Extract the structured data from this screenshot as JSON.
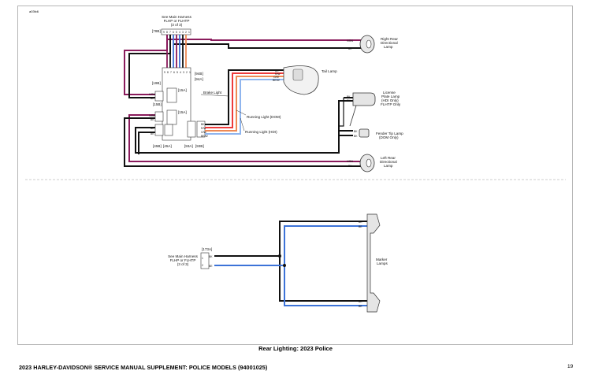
{
  "figure_id": "a03fc6",
  "caption": "Rear Lighting: 2023 Police",
  "footer": "2023 HARLEY-DAVIDSON® SERVICE MANUAL SUPPLEMENT: POLICE MODELS (94001025)",
  "page_number": "19",
  "colors": {
    "violet_brown": "#8a1b5c",
    "black": "#111111",
    "blue": "#3c73d8",
    "orange": "#ee8a55",
    "red": "#ee3b3b",
    "light_blue": "#8fb5ee",
    "white": "#d8d8d8",
    "divider": "#999999"
  },
  "top": {
    "harness_ref": [
      "See Main Harness",
      "FLHP or FLHTP",
      "(3 of 3)"
    ],
    "conn_78b": "[78B]",
    "conn_78b_pins": [
      "9",
      "8",
      "7",
      "6",
      "5",
      "4",
      "3",
      "2",
      "1"
    ],
    "conn_94b": "[94B]",
    "conn_94a": "[94A]",
    "module_pins": [
      "9",
      "8",
      "7",
      "6",
      "5",
      "4",
      "3",
      "2",
      "1"
    ],
    "conn_19b": "[19B]",
    "conn_15b": "[15B]",
    "conn_15a_top": "[15A]",
    "conn_15a": "[15A]",
    "conn_45b": "[45B]",
    "conn_45a": "[45A]",
    "conn_93a": "[93A]",
    "conn_93b": "[93B]",
    "brake_light": "Brake Light",
    "running_dom": "Running Light (DOM)",
    "running_hdi": "Running Light (HDI)",
    "tail_lamp": "Tail Lamp",
    "right_rear": [
      "Right Rear",
      "Directional",
      "Lamp"
    ],
    "license": [
      "License",
      "Plate Lamp",
      "(HDI Only)",
      "FLHTP Only"
    ],
    "fender_tip": [
      "Fender Tip Lamp",
      "(DOM Only)"
    ],
    "left_rear": [
      "Left Rear",
      "Directional",
      "Lamp"
    ],
    "wire_labels": {
      "vbn": "V/BN",
      "bk": "BK",
      "bn": "BN",
      "ow": "O/W",
      "rw": "R/W",
      "bew": "BE/W",
      "r": "R"
    }
  },
  "bottom": {
    "conn_173a": "[173A]",
    "harness_ref": [
      "See Main Harness",
      "FLHP or FLHTP",
      "(3 of 3)"
    ],
    "pin_bk": "BK",
    "pin_be": "BE",
    "pins": [
      "1",
      "2"
    ],
    "marker_lamps": [
      "Marker",
      "Lamps"
    ]
  }
}
